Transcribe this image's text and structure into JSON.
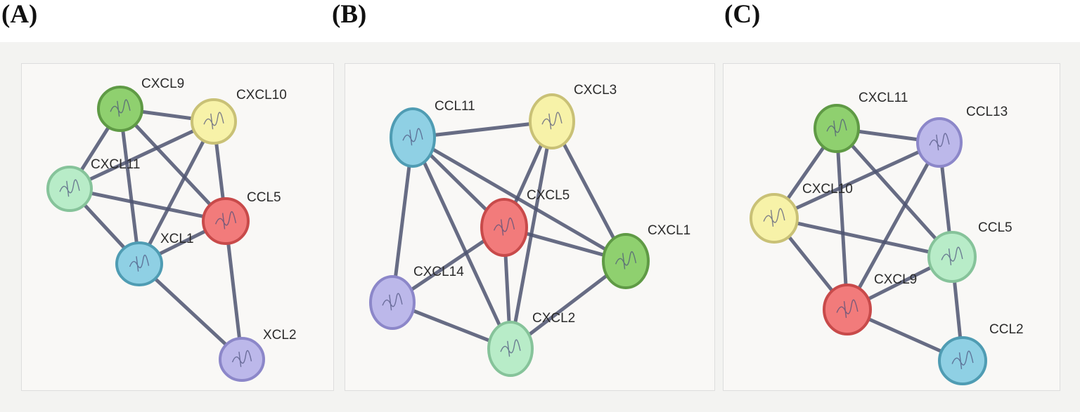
{
  "colors": {
    "edge": "#4d5370",
    "green": {
      "fill": "#8fd06f",
      "stroke": "#5f9a45"
    },
    "yellow": {
      "fill": "#f7f2a8",
      "stroke": "#c9c176"
    },
    "mint": {
      "fill": "#b8ecc8",
      "stroke": "#86c39a"
    },
    "red": {
      "fill": "#f27b7b",
      "stroke": "#c84a4a"
    },
    "blue": {
      "fill": "#8fd0e4",
      "stroke": "#4f9cb3"
    },
    "purple": {
      "fill": "#bcb8ea",
      "stroke": "#8c87c9"
    }
  },
  "panels": [
    {
      "letter": "(A)",
      "nodes": [
        {
          "id": "CXCL9",
          "label": "CXCL9",
          "color": "green"
        },
        {
          "id": "CXCL10",
          "label": "CXCL10",
          "color": "yellow"
        },
        {
          "id": "CXCL11",
          "label": "CXCL11",
          "color": "mint"
        },
        {
          "id": "CCL5",
          "label": "CCL5",
          "color": "red"
        },
        {
          "id": "XCL1",
          "label": "XCL1",
          "color": "blue"
        },
        {
          "id": "XCL2",
          "label": "XCL2",
          "color": "purple"
        }
      ],
      "edges": [
        [
          "CXCL9",
          "CXCL10"
        ],
        [
          "CXCL9",
          "CXCL11"
        ],
        [
          "CXCL9",
          "XCL1"
        ],
        [
          "CXCL9",
          "CCL5"
        ],
        [
          "CXCL10",
          "CXCL11"
        ],
        [
          "CXCL10",
          "CCL5"
        ],
        [
          "CXCL10",
          "XCL1"
        ],
        [
          "CXCL11",
          "CCL5"
        ],
        [
          "CXCL11",
          "XCL1"
        ],
        [
          "CCL5",
          "XCL1"
        ],
        [
          "CCL5",
          "XCL2"
        ],
        [
          "XCL1",
          "XCL2"
        ]
      ]
    },
    {
      "letter": "(B)",
      "nodes": [
        {
          "id": "CCL11",
          "label": "CCL11",
          "color": "blue"
        },
        {
          "id": "CXCL3",
          "label": "CXCL3",
          "color": "yellow"
        },
        {
          "id": "CXCL5",
          "label": "CXCL5",
          "color": "red"
        },
        {
          "id": "CXCL1",
          "label": "CXCL1",
          "color": "green"
        },
        {
          "id": "CXCL14",
          "label": "CXCL14",
          "color": "purple"
        },
        {
          "id": "CXCL2",
          "label": "CXCL2",
          "color": "mint"
        }
      ],
      "edges": [
        [
          "CCL11",
          "CXCL3"
        ],
        [
          "CCL11",
          "CXCL5"
        ],
        [
          "CCL11",
          "CXCL1"
        ],
        [
          "CCL11",
          "CXCL14"
        ],
        [
          "CCL11",
          "CXCL2"
        ],
        [
          "CXCL3",
          "CXCL5"
        ],
        [
          "CXCL3",
          "CXCL1"
        ],
        [
          "CXCL3",
          "CXCL2"
        ],
        [
          "CXCL5",
          "CXCL1"
        ],
        [
          "CXCL5",
          "CXCL14"
        ],
        [
          "CXCL5",
          "CXCL2"
        ],
        [
          "CXCL1",
          "CXCL2"
        ],
        [
          "CXCL14",
          "CXCL2"
        ]
      ]
    },
    {
      "letter": "(C)",
      "nodes": [
        {
          "id": "CXCL11",
          "label": "CXCL11",
          "color": "green"
        },
        {
          "id": "CCL13",
          "label": "CCL13",
          "color": "purple"
        },
        {
          "id": "CXCL10",
          "label": "CXCL10",
          "color": "yellow"
        },
        {
          "id": "CCL5",
          "label": "CCL5",
          "color": "mint"
        },
        {
          "id": "CXCL9",
          "label": "CXCL9",
          "color": "red"
        },
        {
          "id": "CCL2",
          "label": "CCL2",
          "color": "blue"
        }
      ],
      "edges": [
        [
          "CXCL11",
          "CCL13"
        ],
        [
          "CXCL11",
          "CXCL10"
        ],
        [
          "CXCL11",
          "CCL5"
        ],
        [
          "CXCL11",
          "CXCL9"
        ],
        [
          "CCL13",
          "CXCL10"
        ],
        [
          "CCL13",
          "CCL5"
        ],
        [
          "CCL13",
          "CXCL9"
        ],
        [
          "CXCL10",
          "CCL5"
        ],
        [
          "CXCL10",
          "CXCL9"
        ],
        [
          "CCL5",
          "CXCL9"
        ],
        [
          "CCL5",
          "CCL2"
        ],
        [
          "CXCL9",
          "CCL2"
        ]
      ]
    }
  ]
}
